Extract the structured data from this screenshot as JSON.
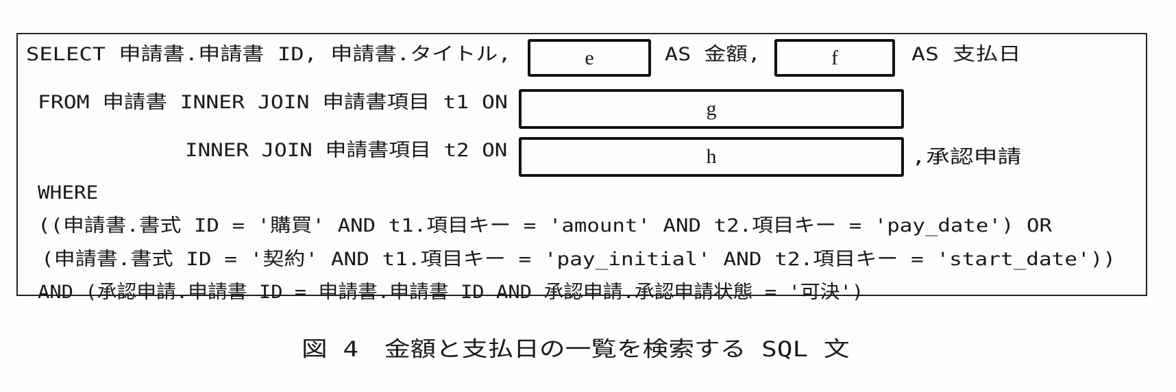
{
  "figure": {
    "lines": {
      "l1a": "SELECT 申請書.申請書 ID, 申請書.タイトル,",
      "l1b": "AS 金額,",
      "l1c": "AS 支払日",
      "l2a": "FROM 申請書 INNER JOIN 申請書項目 t1 ON",
      "l3a": "INNER JOIN 申請書項目 t2 ON",
      "l3b": ",承認申請",
      "l4": "WHERE",
      "l5": "((申請書.書式 ID = '購買' AND t1.項目キー = 'amount' AND t2.項目キー = 'pay_date') OR",
      "l6": "(申請書.書式 ID = '契約' AND t1.項目キー = 'pay_initial' AND t2.項目キー = 'start_date'))",
      "l7": "AND (承認申請.申請書 ID = 申請書.申請書 ID AND 承認申請.承認申請状態 = '可決')"
    },
    "blanks": {
      "e": "e",
      "f": "f",
      "g": "g",
      "h": "h"
    },
    "caption": "図 4　金額と支払日の一覧を検索する SQL 文"
  }
}
